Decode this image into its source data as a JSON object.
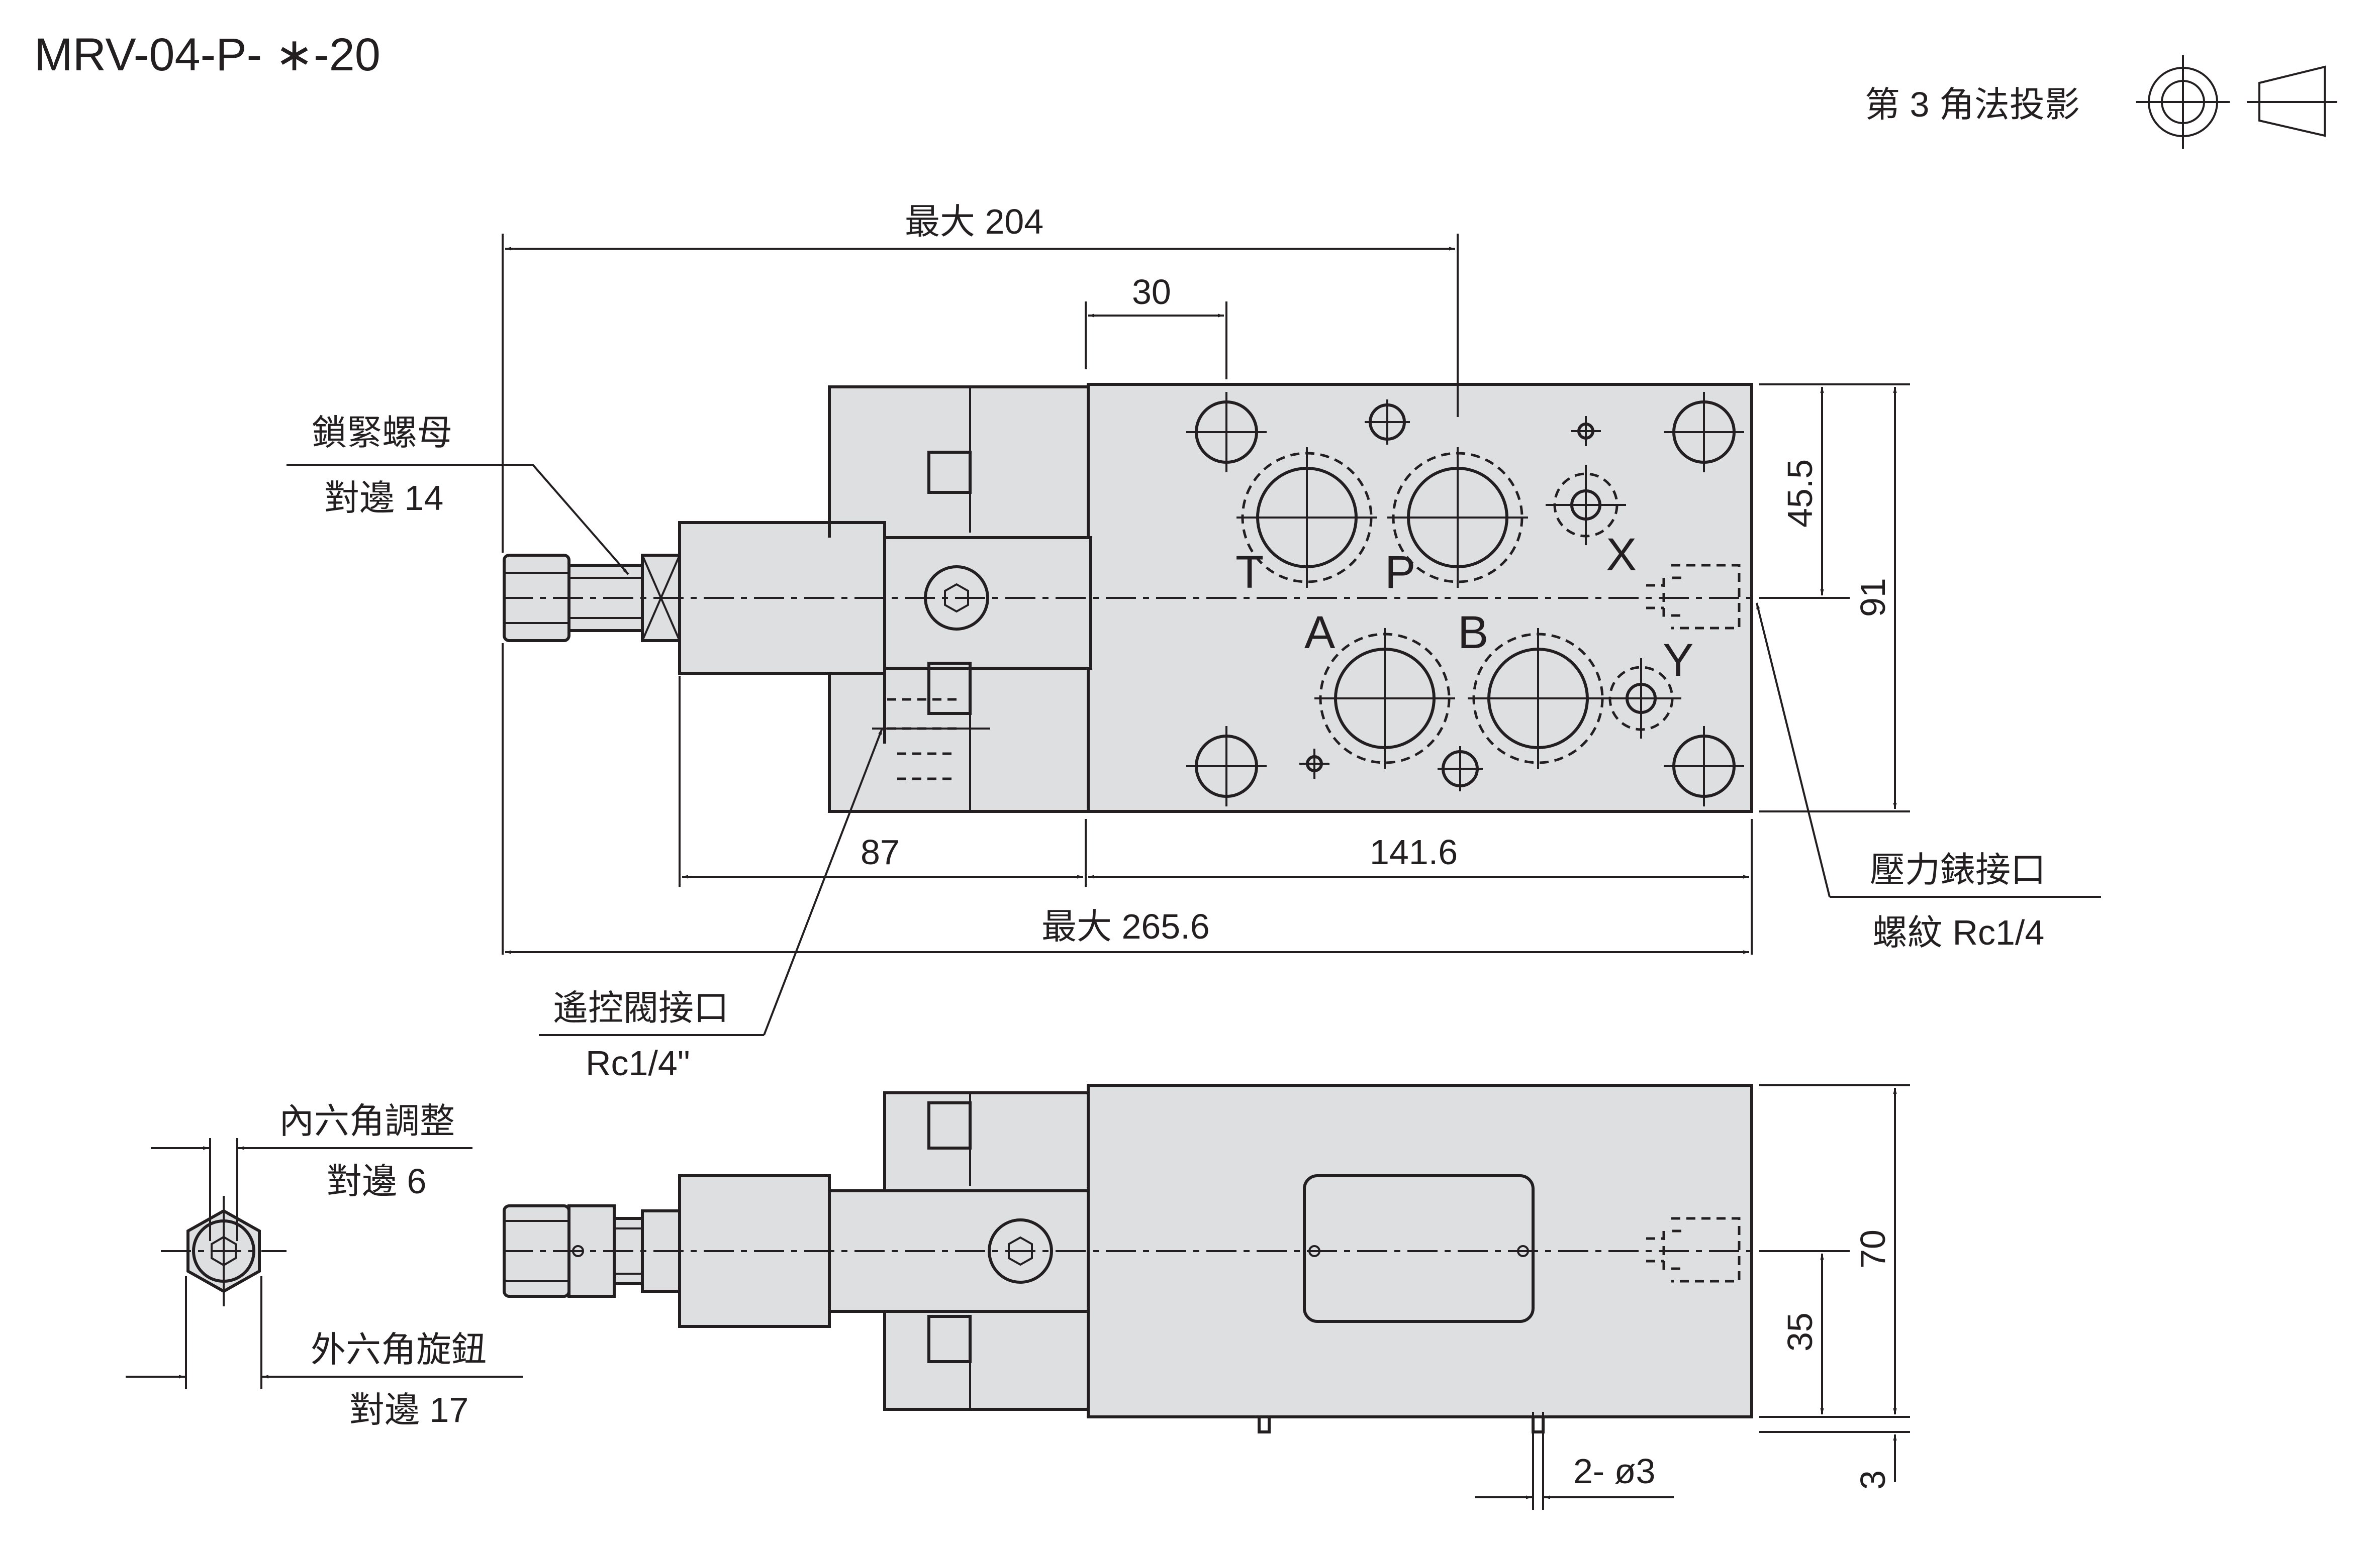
{
  "title": "MRV-04-P- ∗-20",
  "projection": {
    "label": "第 3 角法投影"
  },
  "dimensions": {
    "max_204": "最大 204",
    "d30": "30",
    "d45_5": "45.5",
    "d91": "91",
    "d87": "87",
    "d141_6": "141.6",
    "max_265_6": "最大 265.6",
    "d70": "70",
    "d35": "35",
    "d3": "3",
    "holes": "2- ø3"
  },
  "ports": {
    "T": "T",
    "P": "P",
    "X": "X",
    "A": "A",
    "B": "B",
    "Y": "Y"
  },
  "callouts": {
    "lock_nut": "鎖緊螺母",
    "lock_nut_spec": "對邊 14",
    "gauge_port": "壓力錶接口",
    "gauge_thread": "螺紋 Rc1/4",
    "remote_port": "遙控閥接口",
    "remote_thread": "Rc1/4\"",
    "hex_socket": "內六角調整",
    "hex_socket_spec": "對邊 6",
    "hex_knob": "外六角旋鈕",
    "hex_knob_spec": "對邊 17"
  },
  "colors": {
    "body": "#dedfe1",
    "line": "#231f20"
  }
}
